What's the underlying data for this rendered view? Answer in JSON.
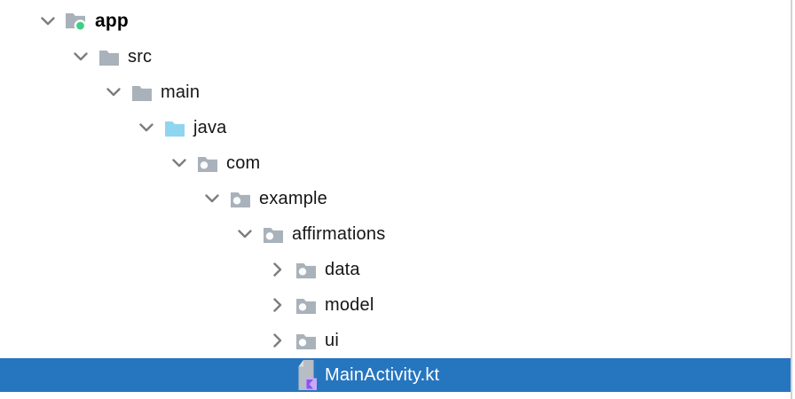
{
  "colors": {
    "selection_blue": "#2675bf",
    "folder_gray": "#a9b2ba",
    "source_root_blue": "#8fd5f0",
    "android_green": "#42cd84",
    "package_dot_white": "#fbfcfd",
    "chevron_gray": "#7d7d7d",
    "text_dark": "#151515",
    "text_selected": "#ffffff",
    "kotlin_sheet_gray": "#b6bdc4",
    "kotlin_fold_gray": "#d9dde0",
    "kotlin_lavender": "#c9aaf8",
    "kotlin_purple": "#8c55ef",
    "panel_border": "#d2d2d2",
    "background": "#ffffff"
  },
  "project_tree": {
    "rows": [
      {
        "label": "app",
        "icon": "module-folder",
        "level": 0,
        "state": "expanded",
        "bold": true,
        "selected": false
      },
      {
        "label": "src",
        "icon": "folder",
        "level": 1,
        "state": "expanded",
        "bold": false,
        "selected": false
      },
      {
        "label": "main",
        "icon": "folder",
        "level": 2,
        "state": "expanded",
        "bold": false,
        "selected": false
      },
      {
        "label": "java",
        "icon": "source-folder",
        "level": 3,
        "state": "expanded",
        "bold": false,
        "selected": false
      },
      {
        "label": "com",
        "icon": "package",
        "level": 4,
        "state": "expanded",
        "bold": false,
        "selected": false
      },
      {
        "label": "example",
        "icon": "package",
        "level": 5,
        "state": "expanded",
        "bold": false,
        "selected": false
      },
      {
        "label": "affirmations",
        "icon": "package",
        "level": 6,
        "state": "expanded",
        "bold": false,
        "selected": false
      },
      {
        "label": "data",
        "icon": "package",
        "level": 7,
        "state": "collapsed",
        "bold": false,
        "selected": false
      },
      {
        "label": "model",
        "icon": "package",
        "level": 7,
        "state": "collapsed",
        "bold": false,
        "selected": false
      },
      {
        "label": "ui",
        "icon": "package",
        "level": 7,
        "state": "collapsed",
        "bold": false,
        "selected": false
      },
      {
        "label": "MainActivity.kt",
        "icon": "kotlin-file",
        "level": 7,
        "state": "none",
        "bold": false,
        "selected": true
      }
    ]
  }
}
